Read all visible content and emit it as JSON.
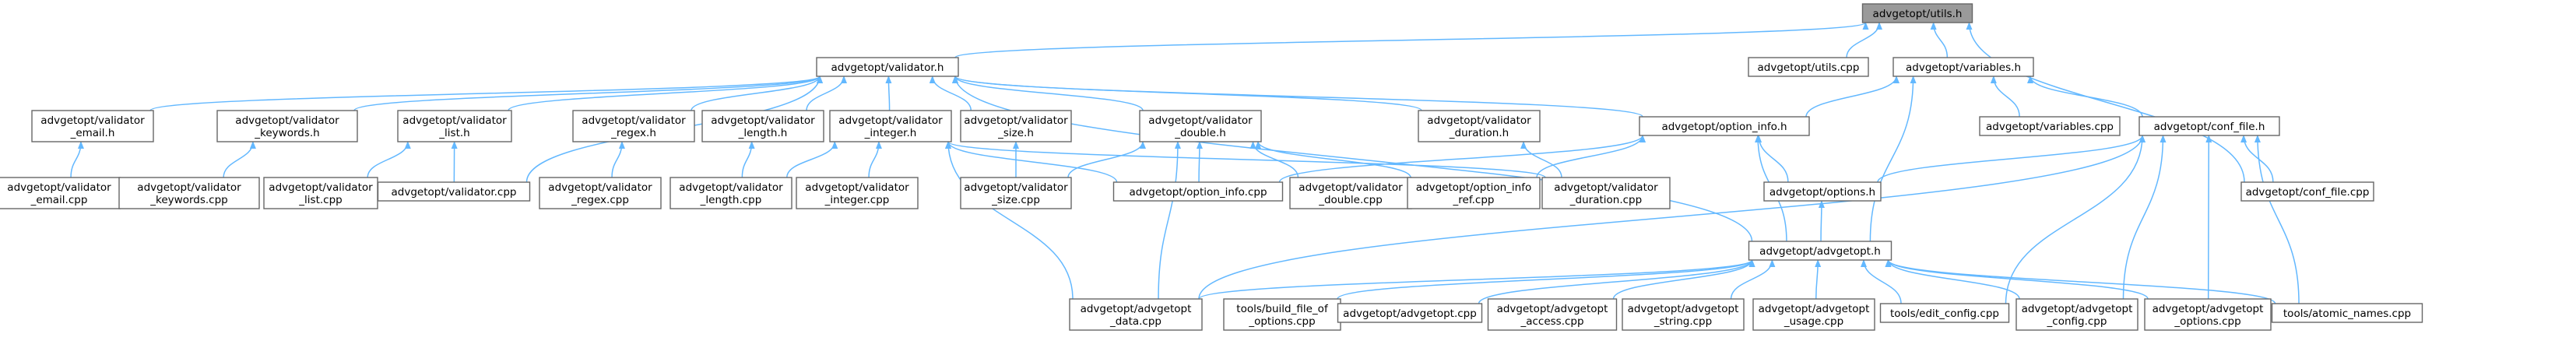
{
  "diagram": {
    "nodes": [
      {
        "id": "utils_h",
        "lines": [
          "advgetopt/utils.h"
        ],
        "root": true
      },
      {
        "id": "validator_h",
        "lines": [
          "advgetopt/validator.h"
        ]
      },
      {
        "id": "utils_cpp",
        "lines": [
          "advgetopt/utils.cpp"
        ]
      },
      {
        "id": "variables_h",
        "lines": [
          "advgetopt/variables.h"
        ]
      },
      {
        "id": "v_email_h",
        "lines": [
          "advgetopt/validator",
          "_email.h"
        ]
      },
      {
        "id": "v_keywords_h",
        "lines": [
          "advgetopt/validator",
          "_keywords.h"
        ]
      },
      {
        "id": "v_list_h",
        "lines": [
          "advgetopt/validator",
          "_list.h"
        ]
      },
      {
        "id": "v_regex_h",
        "lines": [
          "advgetopt/validator",
          "_regex.h"
        ]
      },
      {
        "id": "v_length_h",
        "lines": [
          "advgetopt/validator",
          "_length.h"
        ]
      },
      {
        "id": "v_integer_h",
        "lines": [
          "advgetopt/validator",
          "_integer.h"
        ]
      },
      {
        "id": "v_size_h",
        "lines": [
          "advgetopt/validator",
          "_size.h"
        ]
      },
      {
        "id": "v_double_h",
        "lines": [
          "advgetopt/validator",
          "_double.h"
        ]
      },
      {
        "id": "v_duration_h",
        "lines": [
          "advgetopt/validator",
          "_duration.h"
        ]
      },
      {
        "id": "option_info_h",
        "lines": [
          "advgetopt/option_info.h"
        ]
      },
      {
        "id": "variables_cpp",
        "lines": [
          "advgetopt/variables.cpp"
        ]
      },
      {
        "id": "conf_file_h",
        "lines": [
          "advgetopt/conf_file.h"
        ]
      },
      {
        "id": "v_email_cpp",
        "lines": [
          "advgetopt/validator",
          "_email.cpp"
        ]
      },
      {
        "id": "v_keywords_cpp",
        "lines": [
          "advgetopt/validator",
          "_keywords.cpp"
        ]
      },
      {
        "id": "v_list_cpp",
        "lines": [
          "advgetopt/validator",
          "_list.cpp"
        ]
      },
      {
        "id": "validator_cpp",
        "lines": [
          "advgetopt/validator.cpp"
        ]
      },
      {
        "id": "v_regex_cpp",
        "lines": [
          "advgetopt/validator",
          "_regex.cpp"
        ]
      },
      {
        "id": "v_length_cpp",
        "lines": [
          "advgetopt/validator",
          "_length.cpp"
        ]
      },
      {
        "id": "v_integer_cpp",
        "lines": [
          "advgetopt/validator",
          "_integer.cpp"
        ]
      },
      {
        "id": "v_size_cpp",
        "lines": [
          "advgetopt/validator",
          "_size.cpp"
        ]
      },
      {
        "id": "option_info_cpp",
        "lines": [
          "advgetopt/option_info.cpp"
        ]
      },
      {
        "id": "v_double_cpp",
        "lines": [
          "advgetopt/validator",
          "_double.cpp"
        ]
      },
      {
        "id": "option_info_ref_cpp",
        "lines": [
          "advgetopt/option_info",
          "_ref.cpp"
        ]
      },
      {
        "id": "v_duration_cpp",
        "lines": [
          "advgetopt/validator",
          "_duration.cpp"
        ]
      },
      {
        "id": "options_h",
        "lines": [
          "advgetopt/options.h"
        ]
      },
      {
        "id": "conf_file_cpp",
        "lines": [
          "advgetopt/conf_file.cpp"
        ]
      },
      {
        "id": "advgetopt_h",
        "lines": [
          "advgetopt/advgetopt.h"
        ]
      },
      {
        "id": "data_cpp",
        "lines": [
          "advgetopt/advgetopt",
          "_data.cpp"
        ]
      },
      {
        "id": "build_file_cpp",
        "lines": [
          "tools/build_file_of",
          "_options.cpp"
        ]
      },
      {
        "id": "advgetopt_cpp",
        "lines": [
          "advgetopt/advgetopt.cpp"
        ]
      },
      {
        "id": "access_cpp",
        "lines": [
          "advgetopt/advgetopt",
          "_access.cpp"
        ]
      },
      {
        "id": "string_cpp",
        "lines": [
          "advgetopt/advgetopt",
          "_string.cpp"
        ]
      },
      {
        "id": "usage_cpp",
        "lines": [
          "advgetopt/advgetopt",
          "_usage.cpp"
        ]
      },
      {
        "id": "edit_config_cpp",
        "lines": [
          "tools/edit_config.cpp"
        ]
      },
      {
        "id": "config_cpp",
        "lines": [
          "advgetopt/advgetopt",
          "_config.cpp"
        ]
      },
      {
        "id": "options_cpp",
        "lines": [
          "advgetopt/advgetopt",
          "_options.cpp"
        ]
      },
      {
        "id": "atomic_names_cpp",
        "lines": [
          "tools/atomic_names.cpp"
        ]
      }
    ],
    "edges": [
      [
        "validator_h",
        "utils_h"
      ],
      [
        "utils_cpp",
        "utils_h"
      ],
      [
        "variables_h",
        "utils_h"
      ],
      [
        "conf_file_cpp",
        "utils_h"
      ],
      [
        "v_email_h",
        "validator_h"
      ],
      [
        "v_keywords_h",
        "validator_h"
      ],
      [
        "v_list_h",
        "validator_h"
      ],
      [
        "v_regex_h",
        "validator_h"
      ],
      [
        "v_length_h",
        "validator_h"
      ],
      [
        "v_integer_h",
        "validator_h"
      ],
      [
        "v_size_h",
        "validator_h"
      ],
      [
        "v_double_h",
        "validator_h"
      ],
      [
        "v_duration_h",
        "validator_h"
      ],
      [
        "option_info_h",
        "validator_h"
      ],
      [
        "validator_cpp",
        "validator_h"
      ],
      [
        "advgetopt_h",
        "validator_h"
      ],
      [
        "option_info_h",
        "variables_h"
      ],
      [
        "variables_cpp",
        "variables_h"
      ],
      [
        "conf_file_h",
        "variables_h"
      ],
      [
        "advgetopt_h",
        "variables_h"
      ],
      [
        "v_email_cpp",
        "v_email_h"
      ],
      [
        "v_keywords_cpp",
        "v_keywords_h"
      ],
      [
        "v_list_cpp",
        "v_list_h"
      ],
      [
        "validator_cpp",
        "v_list_h"
      ],
      [
        "v_regex_cpp",
        "v_regex_h"
      ],
      [
        "v_length_cpp",
        "v_length_h"
      ],
      [
        "v_length_cpp",
        "v_integer_h"
      ],
      [
        "v_integer_cpp",
        "v_integer_h"
      ],
      [
        "option_info_cpp",
        "v_integer_h"
      ],
      [
        "v_duration_cpp",
        "v_integer_h"
      ],
      [
        "data_cpp",
        "v_integer_h"
      ],
      [
        "v_size_cpp",
        "v_size_h"
      ],
      [
        "v_size_cpp",
        "v_double_h"
      ],
      [
        "option_info_cpp",
        "v_double_h"
      ],
      [
        "v_double_cpp",
        "v_double_h"
      ],
      [
        "option_info_ref_cpp",
        "v_double_h"
      ],
      [
        "data_cpp",
        "v_double_h"
      ],
      [
        "v_duration_cpp",
        "v_duration_h"
      ],
      [
        "option_info_cpp",
        "option_info_h"
      ],
      [
        "option_info_ref_cpp",
        "option_info_h"
      ],
      [
        "options_h",
        "option_info_h"
      ],
      [
        "advgetopt_h",
        "option_info_h"
      ],
      [
        "options_h",
        "conf_file_h"
      ],
      [
        "conf_file_cpp",
        "conf_file_h"
      ],
      [
        "data_cpp",
        "conf_file_h"
      ],
      [
        "edit_config_cpp",
        "conf_file_h"
      ],
      [
        "config_cpp",
        "conf_file_h"
      ],
      [
        "options_cpp",
        "conf_file_h"
      ],
      [
        "atomic_names_cpp",
        "conf_file_h"
      ],
      [
        "advgetopt_h",
        "options_h"
      ],
      [
        "data_cpp",
        "advgetopt_h"
      ],
      [
        "build_file_cpp",
        "advgetopt_h"
      ],
      [
        "advgetopt_cpp",
        "advgetopt_h"
      ],
      [
        "access_cpp",
        "advgetopt_h"
      ],
      [
        "string_cpp",
        "advgetopt_h"
      ],
      [
        "usage_cpp",
        "advgetopt_h"
      ],
      [
        "edit_config_cpp",
        "advgetopt_h"
      ],
      [
        "config_cpp",
        "advgetopt_h"
      ],
      [
        "options_cpp",
        "advgetopt_h"
      ],
      [
        "atomic_names_cpp",
        "advgetopt_h"
      ]
    ]
  }
}
